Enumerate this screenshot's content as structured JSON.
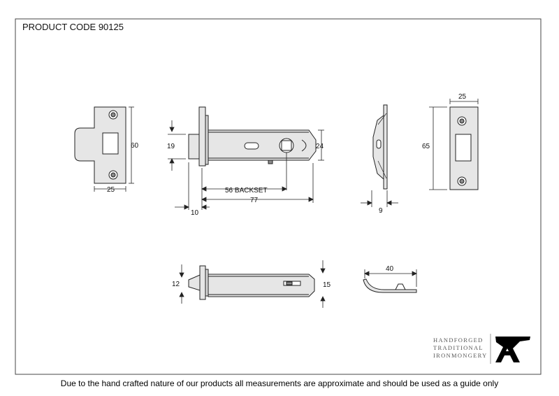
{
  "product_code": "PRODUCT CODE 90125",
  "disclaimer": "Due to the hand crafted nature of our products all measurements are approximate and should be used as a guide only",
  "brand": {
    "lines": [
      "HANDFORGED",
      "TRADITIONAL",
      "IRONMONGERY"
    ],
    "logo_icon": "anvil-icon"
  },
  "dimensions": {
    "strike_height": "60",
    "strike_width": "25",
    "bolt_height": "19",
    "body_height": "24",
    "backset": "56 BACKSET",
    "length": "77",
    "latch_projection": "10",
    "forend_depth": "9",
    "forend_width": "25",
    "forend_height": "65",
    "latch_tip": "12",
    "body_side_height": "15",
    "hook_length": "40"
  },
  "colors": {
    "line": "#222222",
    "fill": "#e6e6e6",
    "dark": "#8a8a8a",
    "border": "#555555"
  }
}
